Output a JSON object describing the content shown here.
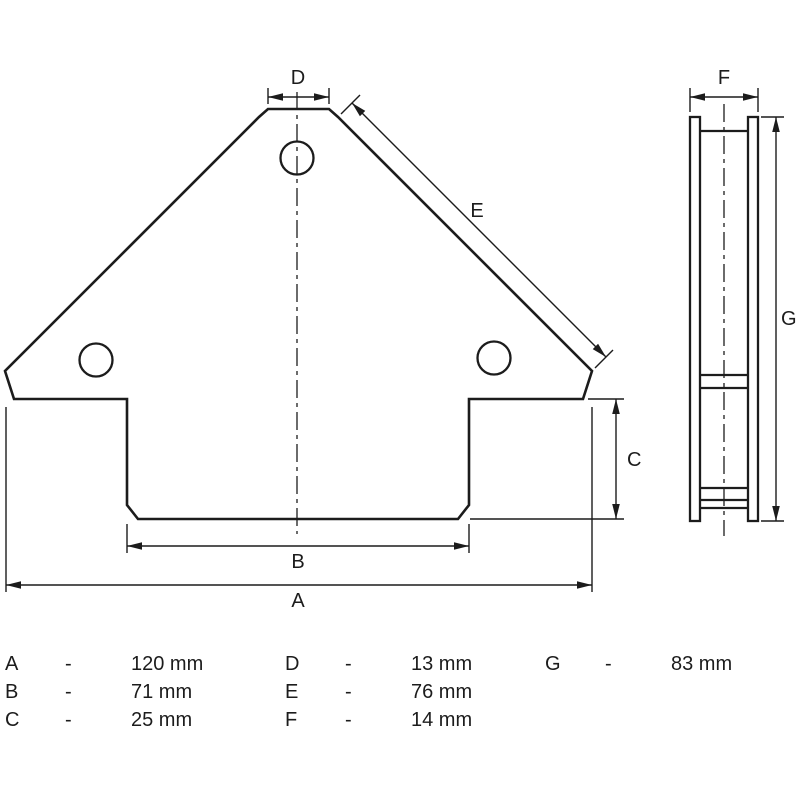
{
  "page": {
    "background_color": "#ffffff",
    "line_color": "#1c1c1c",
    "description": "Dimensioned technical drawing: front view of arrow-shaped welding magnet plate with three holes, side view of plate stack, dimension legend"
  },
  "labels": {
    "A": "A",
    "B": "B",
    "C": "C",
    "D": "D",
    "E": "E",
    "F": "F",
    "G": "G"
  },
  "legend": {
    "columns": [
      {
        "rows": [
          {
            "key": "A",
            "sep": "-",
            "value": "120 mm"
          },
          {
            "key": "B",
            "sep": "-",
            "value": "71 mm"
          },
          {
            "key": "C",
            "sep": "-",
            "value": "25 mm"
          }
        ]
      },
      {
        "rows": [
          {
            "key": "D",
            "sep": "-",
            "value": "13 mm"
          },
          {
            "key": "E",
            "sep": "-",
            "value": "76 mm"
          },
          {
            "key": "F",
            "sep": "-",
            "value": "14 mm"
          }
        ]
      },
      {
        "rows": [
          {
            "key": "G",
            "sep": "-",
            "value": "83 mm"
          }
        ]
      }
    ]
  }
}
